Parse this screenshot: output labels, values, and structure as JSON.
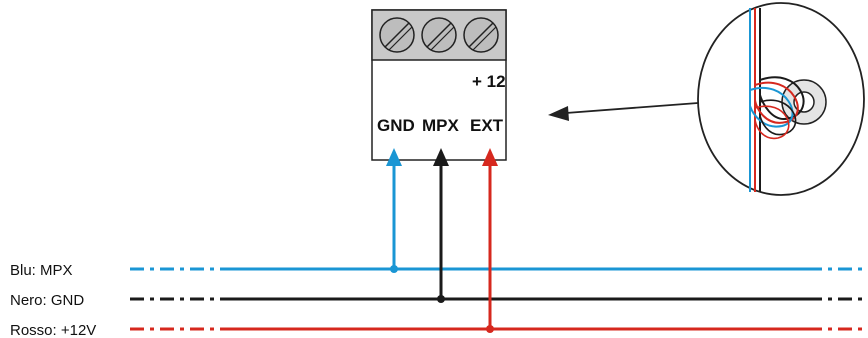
{
  "terminal_block": {
    "supply_label": "+ 12",
    "terminals": [
      {
        "id": "gnd",
        "label": "GND"
      },
      {
        "id": "mpx",
        "label": "MPX"
      },
      {
        "id": "ext",
        "label": "EXT"
      }
    ]
  },
  "conductors": [
    {
      "id": "blue",
      "label": "Blu: MPX",
      "color": "#1a96d4",
      "connects_to": "GND"
    },
    {
      "id": "black",
      "label": "Nero: GND",
      "color": "#1a1a1a",
      "connects_to": "MPX"
    },
    {
      "id": "red",
      "label": "Rosso: +12V",
      "color": "#d6281e",
      "connects_to": "EXT"
    }
  ],
  "detail": {
    "description_icon": "twisted-wire-ferrite-ring-icon"
  }
}
